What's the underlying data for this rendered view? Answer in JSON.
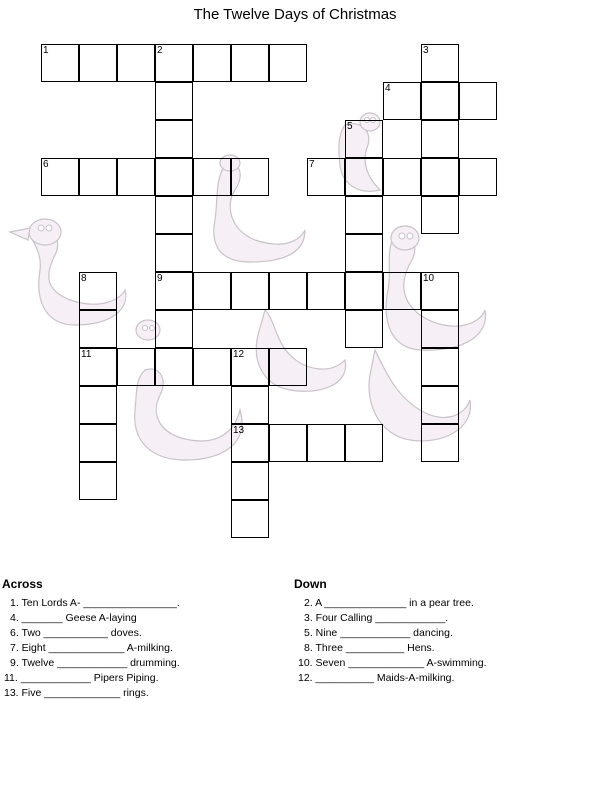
{
  "title": "The Twelve Days of Christmas",
  "numbers": [
    {
      "n": "1",
      "c": 1,
      "r": 1
    },
    {
      "n": "2",
      "c": 4,
      "r": 1
    },
    {
      "n": "3",
      "c": 11,
      "r": 1
    },
    {
      "n": "4",
      "c": 10,
      "r": 2
    },
    {
      "n": "5",
      "c": 9,
      "r": 3
    },
    {
      "n": "6",
      "c": 1,
      "r": 4
    },
    {
      "n": "7",
      "c": 8,
      "r": 4
    },
    {
      "n": "8",
      "c": 2,
      "r": 7
    },
    {
      "n": "9",
      "c": 4,
      "r": 7
    },
    {
      "n": "10",
      "c": 11,
      "r": 7
    },
    {
      "n": "11",
      "c": 2,
      "r": 9
    },
    {
      "n": "12",
      "c": 6,
      "r": 9
    },
    {
      "n": "13",
      "c": 6,
      "r": 11
    }
  ],
  "across_label": "Across",
  "down_label": "Down",
  "across": [
    "1. Ten Lords A- ________________.",
    "4. _______ Geese A-laying",
    "6. Two ___________ doves.",
    "7. Eight _____________ A-milking.",
    "9. Twelve ____________ drumming.",
    "11. ____________ Pipers Piping.",
    "13. Five _____________ rings."
  ],
  "down": [
    "2. A ______________ in a pear tree.",
    "3. Four Calling ____________.",
    "5. Nine ____________ dancing.",
    "8. Three __________ Hens.",
    "10. Seven _____________ A-swimming.",
    "12. __________ Maids-A-milking."
  ]
}
